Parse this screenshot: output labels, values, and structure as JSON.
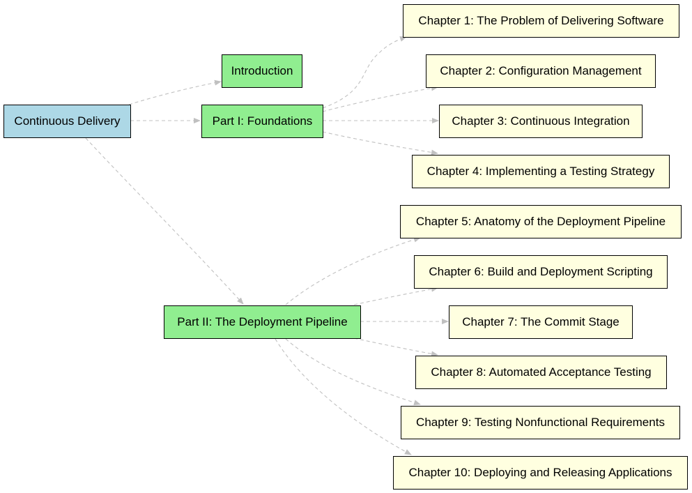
{
  "colors": {
    "root": "#add8e6",
    "part": "#90ee90",
    "chapter": "#ffffe0",
    "edge": "#c0c0c0",
    "border": "#000000"
  },
  "nodes": {
    "root": "Continuous Delivery",
    "introduction": "Introduction",
    "part1": "Part I: Foundations",
    "part2": "Part II: The Deployment Pipeline",
    "ch1": "Chapter 1: The Problem of Delivering Software",
    "ch2": "Chapter 2: Configuration Management",
    "ch3": "Chapter 3: Continuous Integration",
    "ch4": "Chapter 4: Implementing a Testing Strategy",
    "ch5": "Chapter 5: Anatomy of the Deployment Pipeline",
    "ch6": "Chapter 6: Build and Deployment Scripting",
    "ch7": "Chapter 7: The Commit Stage",
    "ch8": "Chapter 8: Automated Acceptance Testing",
    "ch9": "Chapter 9: Testing Nonfunctional Requirements",
    "ch10": "Chapter 10: Deploying and Releasing Applications"
  },
  "edges": [
    [
      "root",
      "introduction"
    ],
    [
      "root",
      "part1"
    ],
    [
      "root",
      "part2"
    ],
    [
      "part1",
      "ch1"
    ],
    [
      "part1",
      "ch2"
    ],
    [
      "part1",
      "ch3"
    ],
    [
      "part1",
      "ch4"
    ],
    [
      "part2",
      "ch5"
    ],
    [
      "part2",
      "ch6"
    ],
    [
      "part2",
      "ch7"
    ],
    [
      "part2",
      "ch8"
    ],
    [
      "part2",
      "ch9"
    ],
    [
      "part2",
      "ch10"
    ]
  ]
}
